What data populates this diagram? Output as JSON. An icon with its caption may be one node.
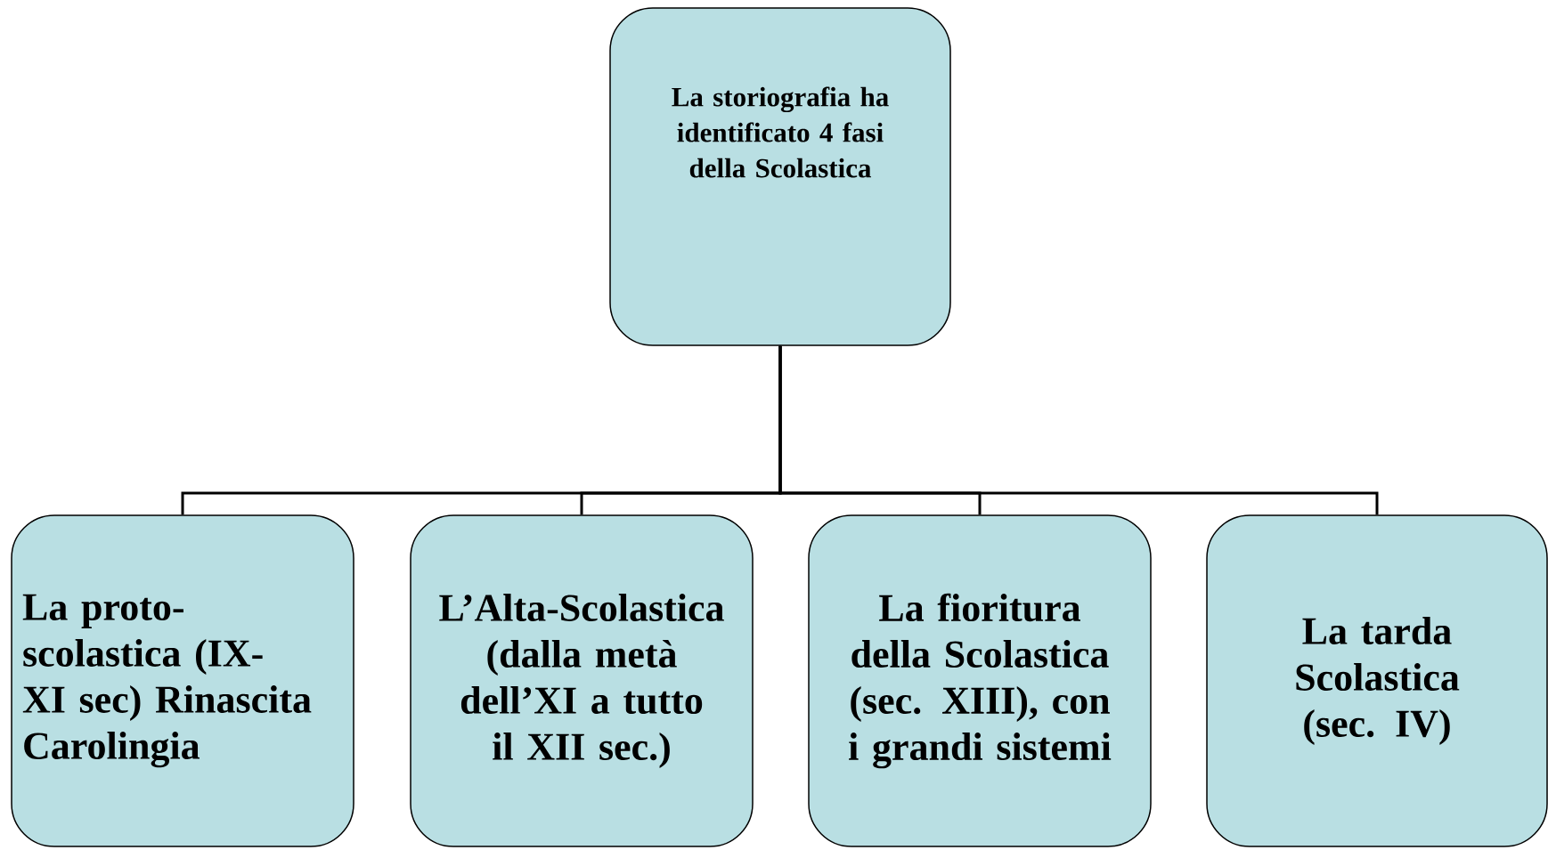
{
  "diagram": {
    "nodes": [
      {
        "text": [
          "La storiografia ha identificato 4 fasi della Scolastica"
        ]
      },
      {
        "text": [
          "La proto-scolastica (IX-XI sec) Rinascita Carolingia"
        ]
      },
      {
        "text": [
          "L’Alta-Scolastica (dalla metà dell’XI a tutto il XII sec.)"
        ]
      },
      {
        "text": [
          "La fioritura della Scolastica (sec. XIII), con i grandi sistemi"
        ]
      },
      {
        "text": [
          "La tarda Scolastica (sec. IV)"
        ]
      }
    ],
    "edges": [
      {
        "from": 0,
        "to": 1,
        "arrow": "none"
      },
      {
        "from": 0,
        "to": 2,
        "arrow": "none"
      },
      {
        "from": 0,
        "to": 3,
        "arrow": "none"
      },
      {
        "from": 0,
        "to": 4,
        "arrow": "none"
      }
    ]
  }
}
